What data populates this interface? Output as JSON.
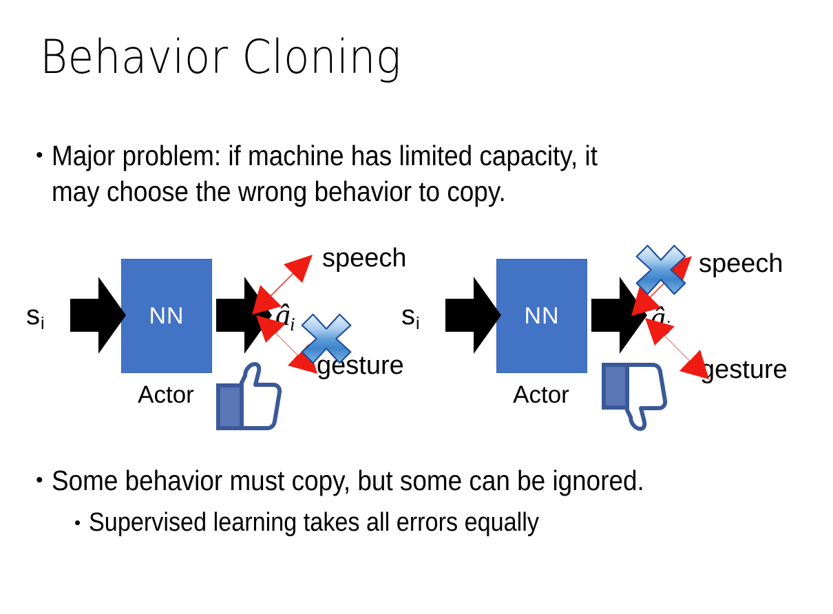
{
  "slide": {
    "title": "Behavior Cloning",
    "background_color": "#FFFFFF"
  },
  "bullets": {
    "top": {
      "marker": "•",
      "text": "Major problem: if machine has limited capacity, it\nmay choose the wrong behavior to copy."
    },
    "bottom_primary": {
      "marker": "•",
      "text": "Some behavior must copy, but some can be ignored."
    },
    "bottom_secondary": {
      "marker": "•",
      "text": "Supervised learning takes all errors equally"
    }
  },
  "colors": {
    "nn_box": "#4373C5",
    "nn_box_border": "#3465B4",
    "arrow_black": "#000000",
    "arrow_red": "#EE1C12",
    "cross_blue_light": "#CFE2F7",
    "cross_blue_mid": "#6FA8DC",
    "cross_blue_dark": "#2E6DB4",
    "cross_outline": "#1F4E9C",
    "thumb_outline": "#3B5998",
    "thumb_cuff": "#5B76B5",
    "thumb_fill": "#FFFFFF",
    "thumb_shadow": "#E4E6EB",
    "text": "#000000"
  },
  "diagrams": [
    {
      "id": "left",
      "state_label": "s",
      "state_subscript": "i",
      "nn_label": "NN",
      "actor_label": "Actor",
      "action_label": "â",
      "action_subscript": "i",
      "output_top_label": "speech",
      "output_bottom_label": "gesture",
      "feedback_icon": "thumbs-up-icon",
      "feedback_meaning": "correct",
      "crossed_output": "gesture",
      "cross_icon": "blue-x-cross-icon"
    },
    {
      "id": "right",
      "state_label": "s",
      "state_subscript": "i",
      "nn_label": "NN",
      "actor_label": "Actor",
      "action_label": "â",
      "action_subscript": "i",
      "output_top_label": "speech",
      "output_bottom_label": "gesture",
      "feedback_icon": "thumbs-down-icon",
      "feedback_meaning": "incorrect",
      "crossed_output": "speech",
      "cross_icon": "blue-x-cross-icon"
    }
  ]
}
